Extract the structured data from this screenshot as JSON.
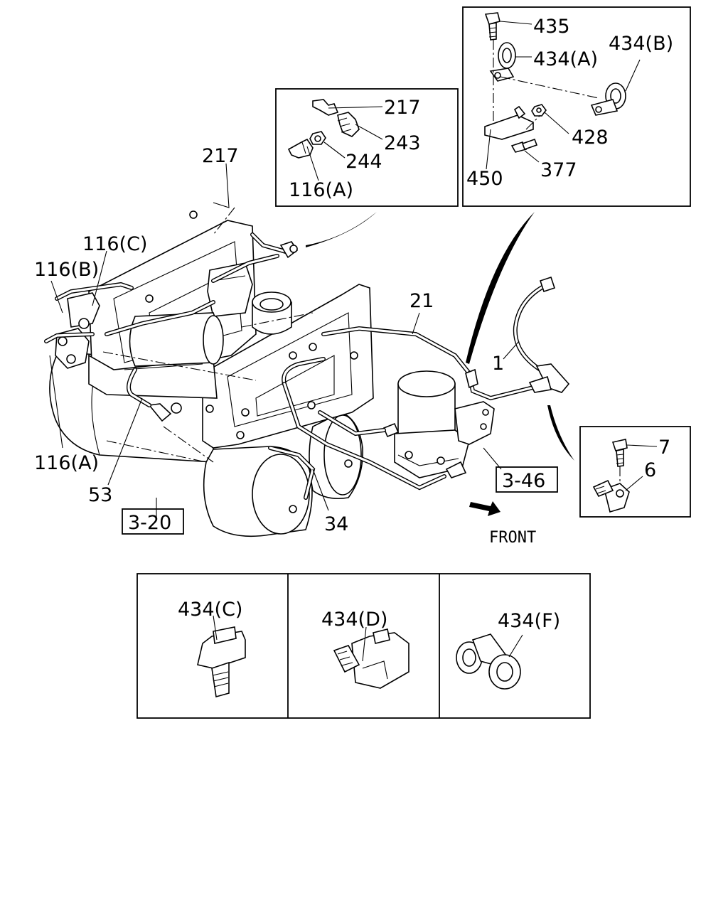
{
  "diagram": {
    "main_labels": {
      "l217": "217",
      "l116c": "116(C)",
      "l116b": "116(B)",
      "l116a": "116(A)",
      "l53": "53",
      "l320": "3-20",
      "l34": "34",
      "l21": "21",
      "l1": "1",
      "l346": "3-46",
      "front": "FRONT"
    },
    "inset_fitting": {
      "l217": "217",
      "l243": "243",
      "l244": "244",
      "l116a": "116(A)"
    },
    "inset_clamp": {
      "l435": "435",
      "l434a": "434(A)",
      "l434b": "434(B)",
      "l428": "428",
      "l450": "450",
      "l377": "377"
    },
    "inset_bolt": {
      "l7": "7",
      "l6": "6"
    },
    "clip_panels": {
      "c": "434(C)",
      "d": "434(D)",
      "f": "434(F)"
    }
  }
}
